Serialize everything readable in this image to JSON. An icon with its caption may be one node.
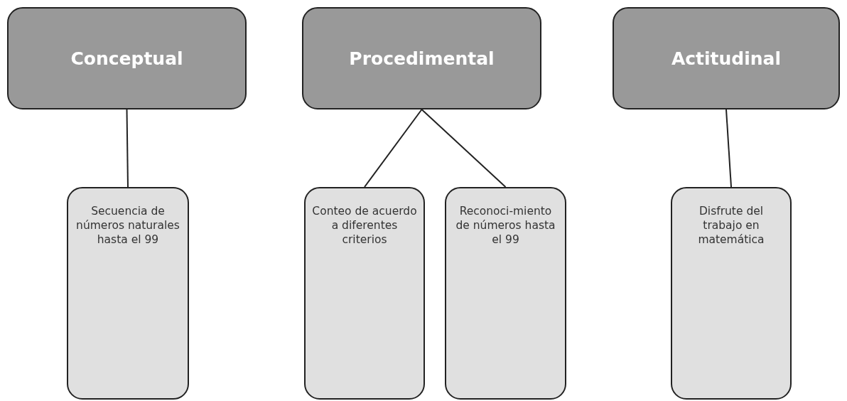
{
  "diagram": {
    "nodes": [
      {
        "text": [
          "Conceptual"
        ]
      },
      {
        "text": [
          "Procedimental"
        ]
      },
      {
        "text": [
          "Actitudinal"
        ]
      },
      {
        "text": [
          "Secuencia de números naturales hasta el 99"
        ]
      },
      {
        "text": [
          "Conteo de acuerdo a diferentes criterios"
        ]
      },
      {
        "text": [
          "Reconoci-miento de números hasta el 99"
        ]
      },
      {
        "text": [
          "Disfrute del trabajo en matemática"
        ]
      }
    ],
    "edges": [
      {
        "from": 0,
        "to": 3,
        "arrow": "none"
      },
      {
        "from": 1,
        "to": 4,
        "arrow": "none"
      },
      {
        "from": 1,
        "to": 5,
        "arrow": "none"
      },
      {
        "from": 2,
        "to": 6,
        "arrow": "none"
      }
    ]
  }
}
